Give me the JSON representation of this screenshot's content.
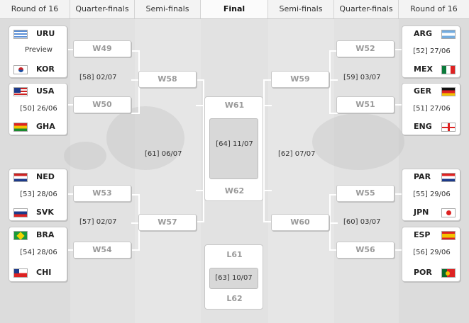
{
  "headers": {
    "r16_left": "Round of 16",
    "qf_left": "Quarter-finals",
    "sf_left": "Semi-finals",
    "final": "Final",
    "sf_right": "Semi-finals",
    "qf_right": "Quarter-finals",
    "r16_right": "Round of 16"
  },
  "left": {
    "m1": {
      "team1": "URU",
      "flag1": "uruguay-flag-icon",
      "info": "Preview",
      "team2": "KOR",
      "flag2": "korea-flag-icon"
    },
    "m2": {
      "team1": "USA",
      "flag1": "usa-flag-icon",
      "info": "[50] 26/06",
      "team2": "GHA",
      "flag2": "ghana-flag-icon"
    },
    "m3": {
      "team1": "NED",
      "flag1": "netherlands-flag-icon",
      "info": "[53] 28/06",
      "team2": "SVK",
      "flag2": "slovakia-flag-icon"
    },
    "m4": {
      "team1": "BRA",
      "flag1": "brazil-flag-icon",
      "info": "[54] 28/06",
      "team2": "CHI",
      "flag2": "chile-flag-icon"
    }
  },
  "right": {
    "m1": {
      "team1": "ARG",
      "flag1": "argentina-flag-icon",
      "info": "[52] 27/06",
      "team2": "MEX",
      "flag2": "mexico-flag-icon"
    },
    "m2": {
      "team1": "GER",
      "flag1": "germany-flag-icon",
      "info": "[51] 27/06",
      "team2": "ENG",
      "flag2": "england-flag-icon"
    },
    "m3": {
      "team1": "PAR",
      "flag1": "paraguay-flag-icon",
      "info": "[55] 29/06",
      "team2": "JPN",
      "flag2": "japan-flag-icon"
    },
    "m4": {
      "team1": "ESP",
      "flag1": "spain-flag-icon",
      "info": "[56] 29/06",
      "team2": "POR",
      "flag2": "portugal-flag-icon"
    }
  },
  "quarterfinals": {
    "w49": "W49",
    "w50": "W50",
    "w53": "W53",
    "w54": "W54",
    "w52": "W52",
    "w51": "W51",
    "w55": "W55",
    "w56": "W56",
    "qf58": "[58] 02/07",
    "qf57": "[57] 02/07",
    "qf59": "[59] 03/07",
    "qf60": "[60] 03/07"
  },
  "semifinals": {
    "w58": "W58",
    "w57": "W57",
    "w59": "W59",
    "w60": "W60",
    "sf61": "[61] 06/07",
    "sf62": "[62] 07/07"
  },
  "final_match": {
    "top": "W61",
    "info": "[64] 11/07",
    "bottom": "W62"
  },
  "third_place": {
    "top": "L61",
    "info": "[63] 10/07",
    "bottom": "L62"
  }
}
